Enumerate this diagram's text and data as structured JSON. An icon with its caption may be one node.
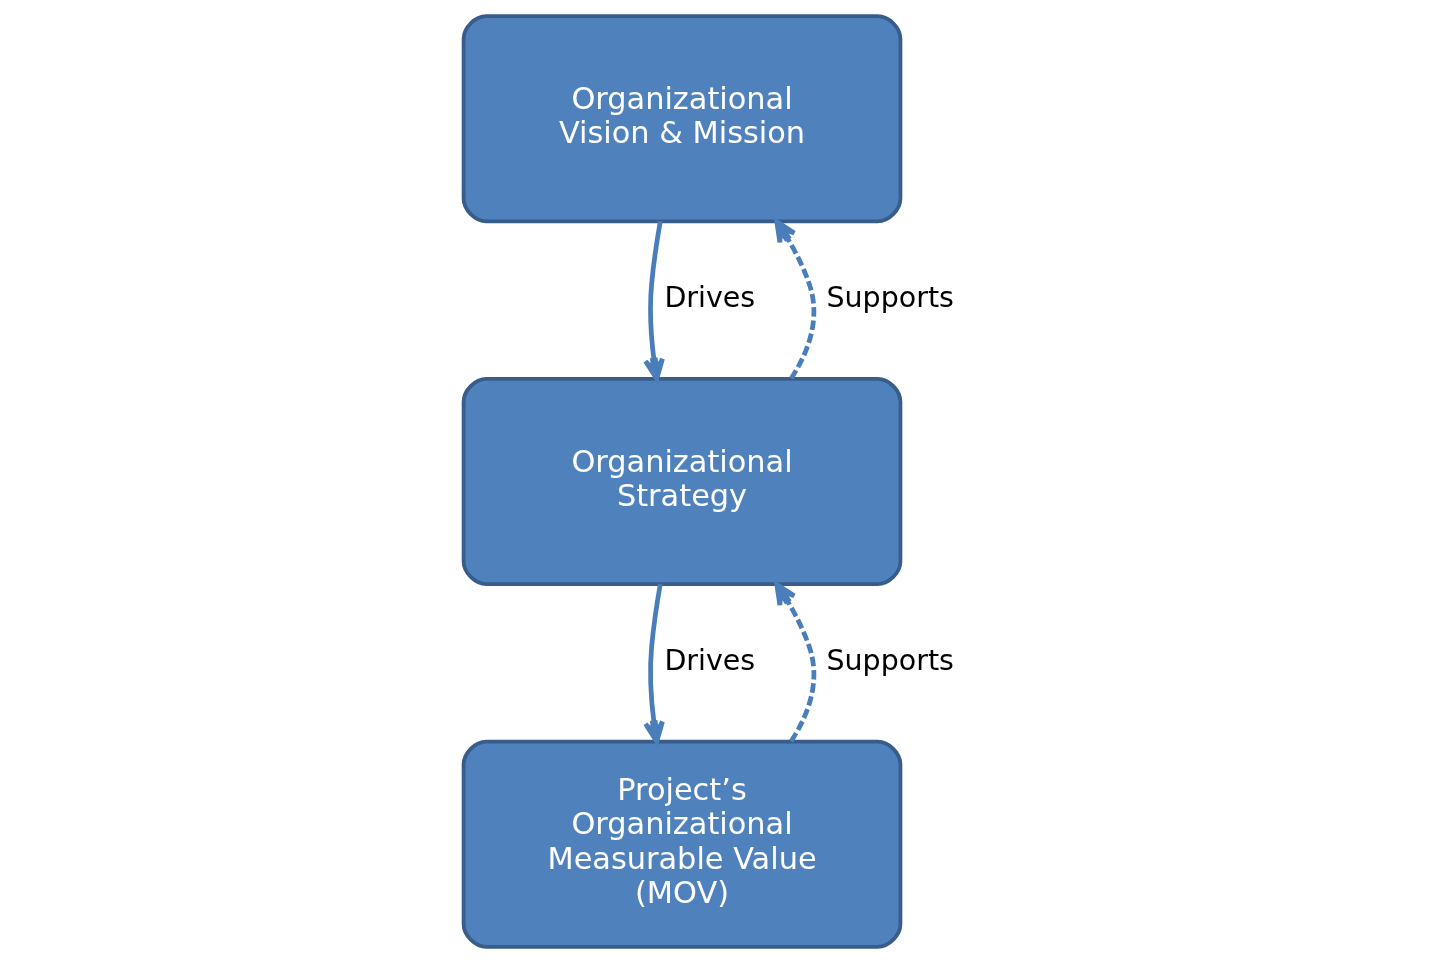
{
  "diagram": {
    "nodes": [
      {
        "text": [
          "Organizational Vision & Mission"
        ]
      },
      {
        "text": [
          "Organizational Strategy"
        ]
      },
      {
        "text": [
          "Project’s Organizational Measurable Value (MOV)"
        ]
      }
    ],
    "edges": [
      {
        "from": 0,
        "to": 1,
        "arrow": "to",
        "label": "Drives"
      },
      {
        "from": 1,
        "to": 0,
        "arrow": "to",
        "label": "Supports",
        "style": "dashed"
      },
      {
        "from": 1,
        "to": 2,
        "arrow": "to",
        "label": "Drives"
      },
      {
        "from": 2,
        "to": 1,
        "arrow": "to",
        "label": "Supports",
        "style": "dashed"
      }
    ]
  }
}
